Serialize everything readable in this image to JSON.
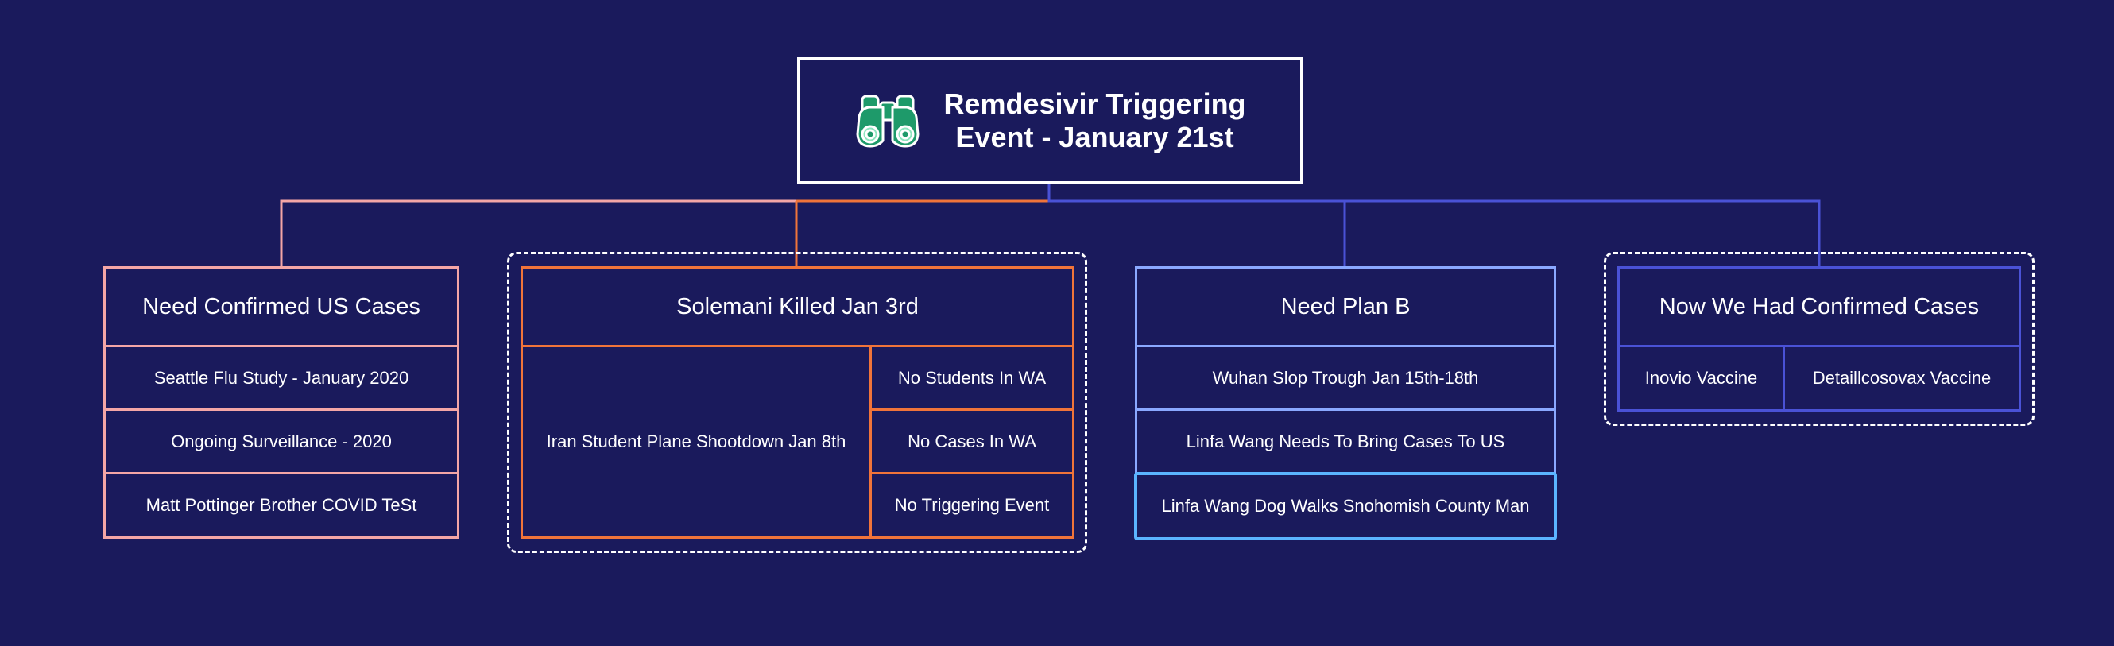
{
  "root": {
    "title": "Remdesivir Triggering\nEvent - January 21st",
    "icon": "binoculars-icon"
  },
  "colors": {
    "background": "#1a1a5c",
    "pink": "#f4a6a6",
    "orange": "#f0743a",
    "lightblue": "#8aa8ff",
    "blue": "#4a52d6",
    "highlight": "#5bb4ff",
    "binoculars": "#1e9a6a"
  },
  "groups": [
    {
      "header": "Need Confirmed US Cases",
      "items": [
        "Seattle Flu Study - January 2020",
        "Ongoing Surveillance - 2020",
        "Matt Pottinger Brother COVID TeSt"
      ]
    },
    {
      "header": "Solemani Killed Jan 3rd",
      "left_item": "Iran Student Plane Shootdown Jan 8th",
      "items": [
        "No Students In WA",
        "No Cases In WA",
        "No Triggering Event"
      ]
    },
    {
      "header": "Need Plan B",
      "items": [
        "Wuhan Slop Trough Jan 15th-18th",
        "Linfa Wang Needs To Bring Cases To US",
        "Linfa Wang Dog Walks Snohomish County Man"
      ]
    },
    {
      "header": "Now We Had Confirmed Cases",
      "items": [
        "Inovio Vaccine",
        "Detaillcosovax Vaccine"
      ]
    }
  ]
}
